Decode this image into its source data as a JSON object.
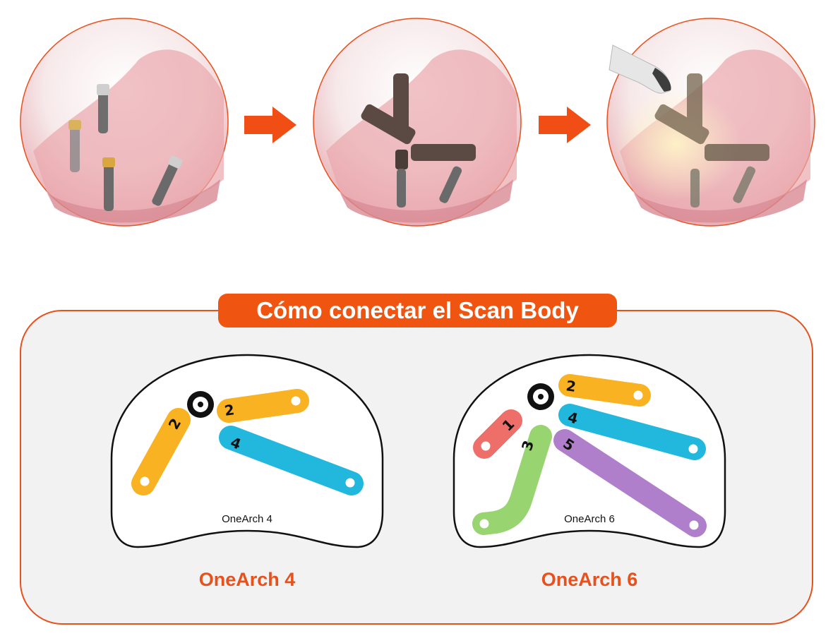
{
  "steps": [
    {
      "name": "implants-only",
      "icon": "implants-in-gum-icon"
    },
    {
      "name": "scan-bodies-connected",
      "icon": "scan-body-assembly-icon"
    },
    {
      "name": "intraoral-scanning",
      "icon": "intraoral-scanner-icon"
    }
  ],
  "arrow_color": "#f04e14",
  "panel": {
    "title": "Cómo conectar el Scan Body",
    "border_color": "#e8501c",
    "background": "#f2f2f2"
  },
  "arches": [
    {
      "inner_label": "OneArch 4",
      "caption": "OneArch 4",
      "bars": [
        {
          "number": "2",
          "color": "#f9b222"
        },
        {
          "number": "2",
          "color": "#f9b222"
        },
        {
          "number": "4",
          "color": "#22b8dd"
        }
      ]
    },
    {
      "inner_label": "OneArch 6",
      "caption": "OneArch 6",
      "bars": [
        {
          "number": "1",
          "color": "#ee6f6a"
        },
        {
          "number": "2",
          "color": "#f9b222"
        },
        {
          "number": "3",
          "color": "#98d470"
        },
        {
          "number": "4",
          "color": "#22b8dd"
        },
        {
          "number": "5",
          "color": "#b07fcc"
        }
      ]
    }
  ]
}
